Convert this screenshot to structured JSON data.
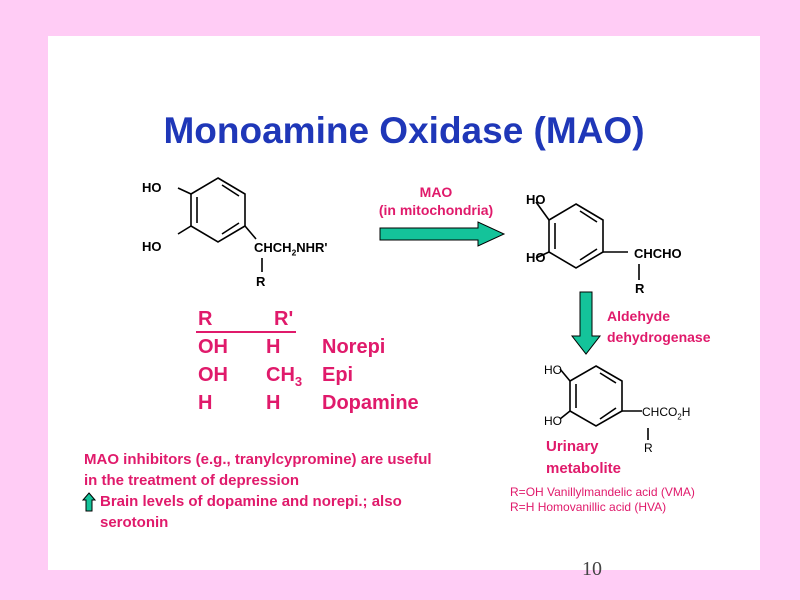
{
  "slide": {
    "title": "Monoamine Oxidase (MAO)",
    "page_number": "10"
  },
  "structure1": {
    "ho_top": "HO",
    "ho_bottom": "HO",
    "side_chain_main": "CHCH",
    "side_chain_sub": "2",
    "side_chain_end": "NHR'",
    "r_label": "R"
  },
  "arrow1": {
    "label_line1": "MAO",
    "label_line2": "(in mitochondria)"
  },
  "structure2": {
    "ho_top": "HO",
    "ho_bottom": "HO",
    "side_chain": "CHCHO",
    "r_label": "R"
  },
  "arrow2": {
    "label_line1": "Aldehyde",
    "label_line2": "dehydrogenase"
  },
  "structure3": {
    "ho_top": "HO",
    "ho_bottom": "HO",
    "side_chain_main": "CHCO",
    "side_chain_sub": "2",
    "side_chain_end": "H",
    "r_label": "R",
    "caption_line1": "Urinary",
    "caption_line2": "metabolite"
  },
  "metabolites": {
    "line1_prefix": "R=",
    "line1_text": "OH Vanillylmandelic acid (VMA)",
    "line2_prefix": "R=",
    "line2_text": "H Homovanillic acid (HVA)"
  },
  "r_table": {
    "header": [
      "R",
      "R'"
    ],
    "rows": [
      {
        "r": "OH",
        "r2_main": "H",
        "r2_sub": "",
        "name": "Norepi"
      },
      {
        "r": "OH",
        "r2_main": "CH",
        "r2_sub": "3",
        "name": "Epi"
      },
      {
        "r": "H",
        "r2_main": "H",
        "r2_sub": "",
        "name": "Dopamine"
      }
    ]
  },
  "notes": {
    "line1": "MAO inhibitors (e.g., tranylcypromine) are useful",
    "line2": "in the treatment of depression",
    "line3": "Brain levels of dopamine and norepi.; also",
    "line4": "serotonin",
    "up_arrow_icon": "up-arrow-icon"
  },
  "colors": {
    "background": "#ffccf5",
    "title": "#1f37b8",
    "accent_red": "#e01a6b",
    "arrow_fill": "#14c39a"
  }
}
